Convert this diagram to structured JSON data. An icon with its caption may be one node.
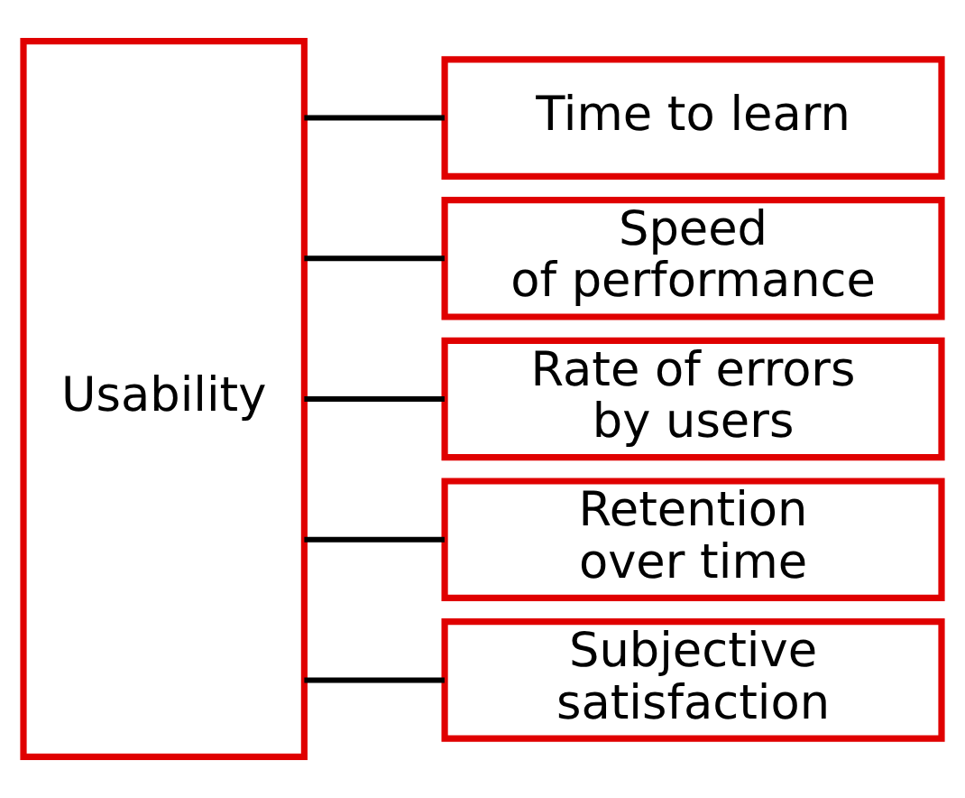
{
  "diagram": {
    "nodes": [
      {
        "text": [
          "Usability"
        ]
      },
      {
        "text": [
          "Time to learn"
        ]
      },
      {
        "text": [
          "Speed of performance"
        ]
      },
      {
        "text": [
          "Rate of errors by users"
        ]
      },
      {
        "text": [
          "Retention over time"
        ]
      },
      {
        "text": [
          "Subjective satisfaction"
        ]
      }
    ],
    "edges": [
      {
        "from": 0,
        "to": 1,
        "arrow": "none"
      },
      {
        "from": 0,
        "to": 2,
        "arrow": "none"
      },
      {
        "from": 0,
        "to": 3,
        "arrow": "none"
      },
      {
        "from": 0,
        "to": 4,
        "arrow": "none"
      },
      {
        "from": 0,
        "to": 5,
        "arrow": "none"
      }
    ]
  }
}
